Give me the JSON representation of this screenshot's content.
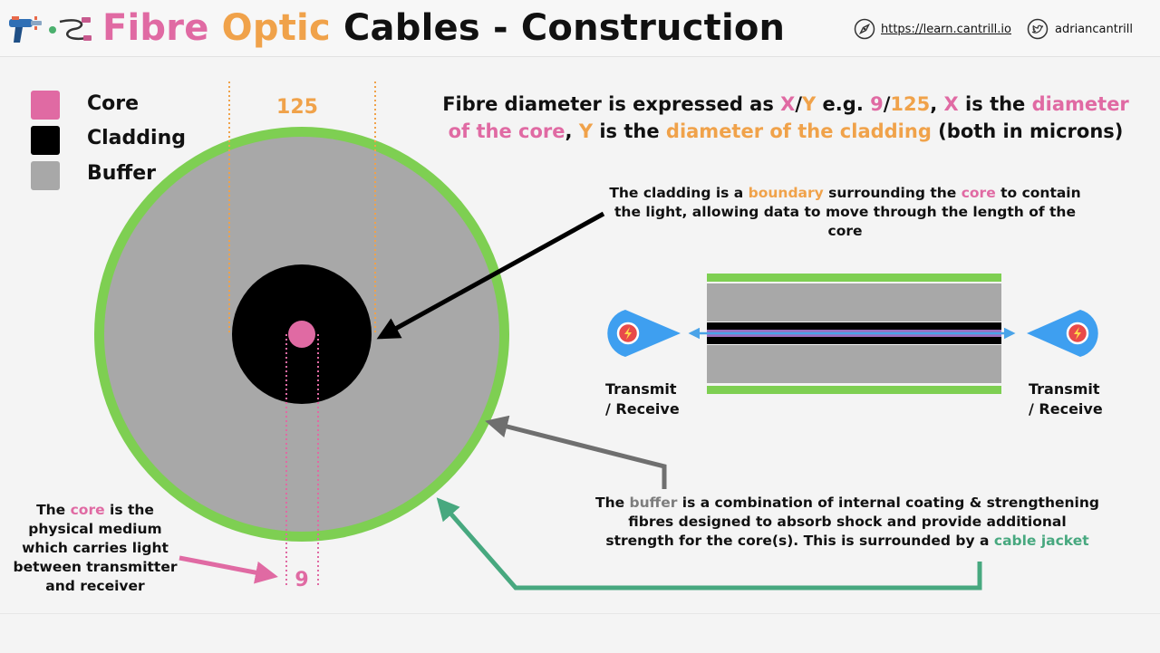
{
  "header": {
    "title": {
      "part1": "Fibre",
      "part2": "Optic",
      "part3": "Cables - Construction"
    },
    "website": "https://learn.cantrill.io",
    "twitter": "adriancantrill",
    "icons": [
      "laser-gun-icon",
      "cable-icon",
      "compass-icon",
      "twitter-icon"
    ]
  },
  "legend": [
    {
      "label": "Core",
      "color": "#e06aa3"
    },
    {
      "label": "Cladding",
      "color": "#000000"
    },
    {
      "label": "Buffer",
      "color": "#a8a8a8"
    }
  ],
  "diagram": {
    "cladding_diameter_label": "125",
    "core_diameter_label": "9",
    "colors": {
      "jacket": "#7ecf52",
      "buffer": "#a8a8a8",
      "cladding": "#000000",
      "core": "#e06aa3",
      "cladding_dim": "#f0a24a",
      "core_dim": "#e06aa3",
      "beam": "#4aa3e8",
      "transceiver": "#3e9ff0",
      "buffer_arrow": "#6f6f6f",
      "jacket_arrow": "#47a87f"
    }
  },
  "diameter_note": {
    "t1": "Fibre diameter is expressed as ",
    "x1": "X",
    "slash1": "/",
    "y1": "Y",
    "t2": " e.g. ",
    "n9": "9",
    "slash2": "/",
    "n125": "125",
    "t3": ", ",
    "x2": "X",
    "t4": " is the ",
    "core_diam": "diameter of the core",
    "t5": ", ",
    "y2": "Y",
    "t6": " is the ",
    "clad_diam": "diameter of the cladding",
    "t7": " (both in microns)"
  },
  "cladding_note": {
    "t1": "The cladding is a ",
    "boundary": "boundary",
    "t2": " surrounding the ",
    "core": "core",
    "t3": " to contain the light, allowing data to move through the length of the core"
  },
  "buffer_note": {
    "t1": "The ",
    "buffer": "buffer",
    "t2": " is a combination of internal coating & strengthening fibres designed to absorb shock and provide additional strength for the core(s). This is surrounded by a ",
    "jacket": "cable jacket"
  },
  "core_note": {
    "t1": "The ",
    "core": "core",
    "t2": " is the physical medium which carries light between transmitter and receiver"
  },
  "transceivers": {
    "left": {
      "line1": "Transmit",
      "line2": "/ Receive"
    },
    "right": {
      "line1": "Transmit",
      "line2": "/ Receive"
    }
  }
}
